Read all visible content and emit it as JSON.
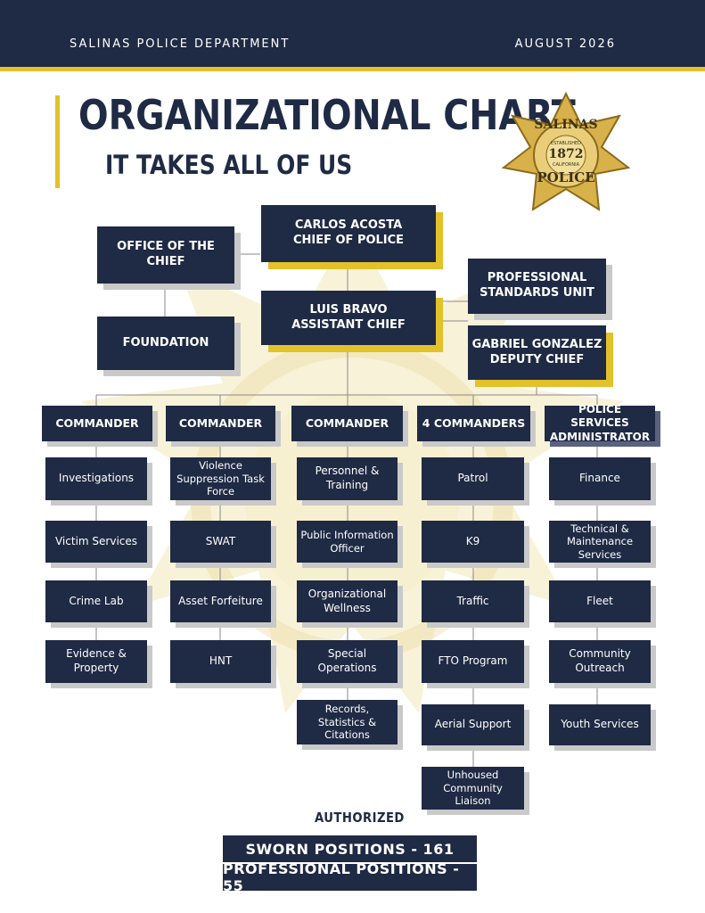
{
  "header": {
    "department": "SALINAS POLICE DEPARTMENT",
    "date": "AUGUST 2026"
  },
  "title": "ORGANIZATIONAL CHART",
  "subtitle": "IT TAKES ALL OF US",
  "badge": {
    "icon": "police-badge-icon",
    "top_text": "SALINAS",
    "established": "ESTABLISHED",
    "year": "1872",
    "state": "CALIFORNIA",
    "bottom_text": "POLICE"
  },
  "executives": {
    "chief": {
      "name": "CARLOS ACOSTA",
      "role": "CHIEF OF POLICE"
    },
    "office": "OFFICE OF THE CHIEF",
    "foundation": "FOUNDATION",
    "assistant": {
      "name": "LUIS BRAVO",
      "role": "ASSISTANT CHIEF"
    },
    "psu": {
      "line1": "PROFESSIONAL",
      "line2": "STANDARDS UNIT"
    },
    "deputy": {
      "name": "GABRIEL GONZALEZ",
      "role": "DEPUTY CHIEF"
    }
  },
  "columns": [
    {
      "head": "COMMANDER",
      "units": [
        "Investigations",
        "Victim Services",
        "Crime Lab",
        "Evidence & Property"
      ]
    },
    {
      "head": "COMMANDER",
      "units": [
        "Violence Suppression Task Force",
        "SWAT",
        "Asset Forfeiture",
        "HNT"
      ]
    },
    {
      "head": "COMMANDER",
      "units": [
        "Personnel & Training",
        "Public Information Officer",
        "Organizational Wellness",
        "Special Operations",
        "Records, Statistics & Citations"
      ]
    },
    {
      "head": "4 COMMANDERS",
      "units": [
        "Patrol",
        "K9",
        "Traffic",
        "FTO Program",
        "Aerial Support",
        "Unhoused Community Liaison"
      ]
    },
    {
      "head": "POLICE SERVICES ADMINISTRATOR",
      "units": [
        "Finance",
        "Technical & Maintenance Services",
        "Fleet",
        "Community Outreach",
        "Youth Services"
      ]
    }
  ],
  "authorized": {
    "label": "AUTHORIZED",
    "sworn": "SWORN POSITIONS - 161",
    "professional": "PROFESSIONAL POSITIONS - 55"
  },
  "colors": {
    "navy": "#1f2a44",
    "gold": "#e3c12a",
    "shadow": "#c9c9c9"
  }
}
